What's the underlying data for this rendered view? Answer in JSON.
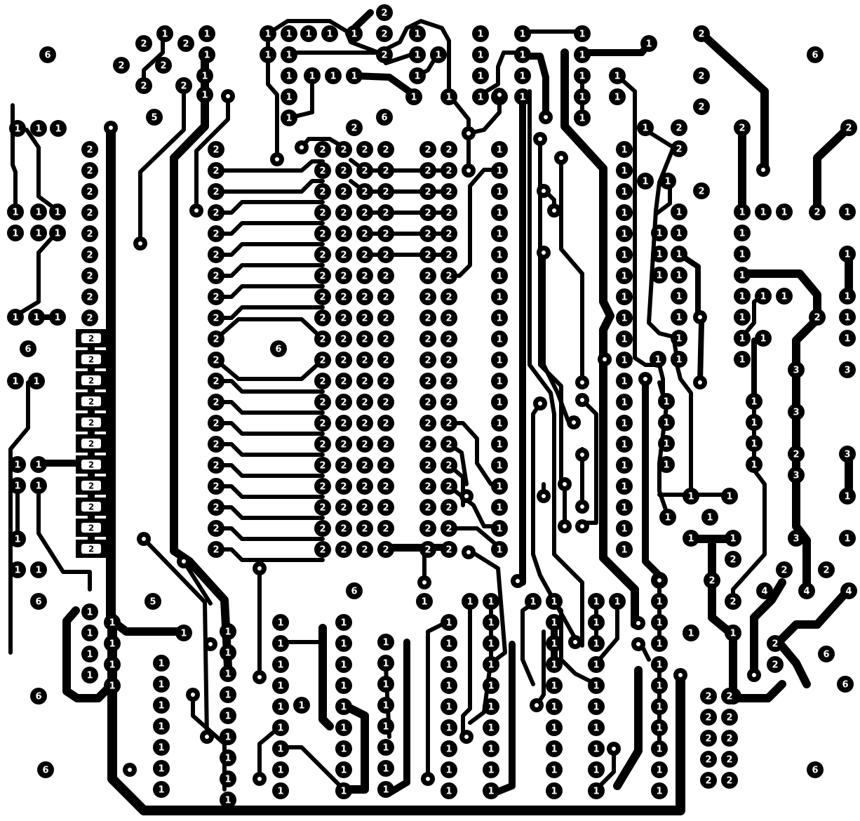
{
  "colors": {
    "copper": "#000000",
    "background": "#ffffff",
    "label": "#ffffff"
  },
  "pad_labels": [
    "1",
    "2",
    "3",
    "4",
    "5",
    "6"
  ]
}
